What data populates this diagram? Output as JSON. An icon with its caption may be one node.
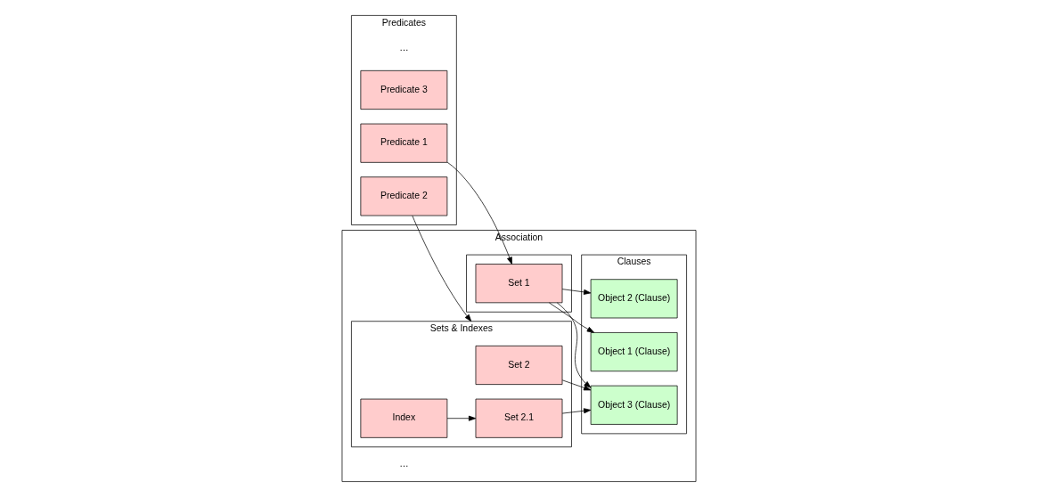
{
  "diagram": {
    "nodes": [
      {
        "text": [
          "Predicates"
        ]
      },
      {
        "text": [
          "Predicate 3"
        ],
        "in": 0
      },
      {
        "text": [
          "Predicate 2"
        ],
        "in": 0
      },
      {
        "text": [
          "Predicate 1"
        ],
        "in": 0
      },
      {
        "text": [
          "Association"
        ]
      },
      {
        "text": [
          "Sets & Indexes"
        ],
        "in": 4
      },
      {
        "text": [
          "Set 2"
        ],
        "in": 5
      },
      {
        "text": [
          "Index"
        ],
        "in": 5
      },
      {
        "text": [
          "Set 2.1"
        ],
        "in": 5
      },
      {
        "text": [],
        "shape": "box",
        "in": 4
      },
      {
        "text": [
          "Set 1"
        ],
        "in": 9
      },
      {
        "text": [
          "Clauses"
        ],
        "in": 4
      },
      {
        "text": [
          "Object 3 (Clause)"
        ],
        "in": 11
      },
      {
        "text": [
          "Object 2 (Clause)"
        ],
        "in": 11
      },
      {
        "text": [
          "Object 1 (Clause)"
        ],
        "in": 11
      }
    ],
    "edges": [
      {
        "from": 2,
        "to": 5,
        "arrow": "to"
      },
      {
        "from": 3,
        "to": 10,
        "arrow": "to"
      },
      {
        "from": 6,
        "to": 12,
        "arrow": "to"
      },
      {
        "from": 7,
        "to": 8,
        "arrow": "to"
      },
      {
        "from": 8,
        "to": 12,
        "arrow": "to"
      },
      {
        "from": 10,
        "to": 12,
        "arrow": "to"
      },
      {
        "from": 10,
        "to": 13,
        "arrow": "to"
      },
      {
        "from": 10,
        "to": 14,
        "arrow": "to"
      }
    ],
    "labels": [
      "…",
      "…"
    ]
  }
}
